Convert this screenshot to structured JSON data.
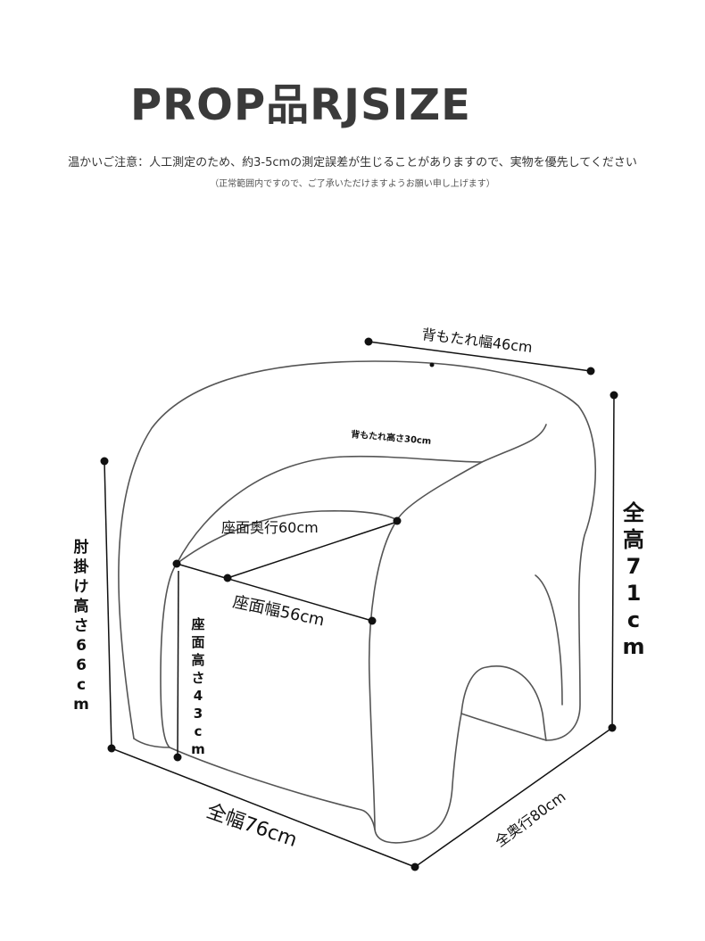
{
  "header": {
    "title": "PROP品RJSIZE",
    "notice_main": "温かいご注意：人工測定のため、約3-5cmの測定誤差が生じることがありますので、実物を優先してください",
    "notice_sub": "（正常範囲内ですので、ご了承いただけますようお願い申し上げます）"
  },
  "dimensions": {
    "backrest_width": "背もたれ幅46cm",
    "backrest_height": "背もたれ高さ30cm",
    "seat_depth": "座面奥行60cm",
    "seat_width": "座面幅56cm",
    "total_width": "全幅76cm",
    "total_depth": "全奥行80cm",
    "total_height": "全高71cm",
    "armrest_height": "肘掛け高さ66cm",
    "seat_height": "座面高さ43cm"
  },
  "colors": {
    "line": "#111111",
    "outline": "#555555",
    "title": "#3a3a3a"
  }
}
